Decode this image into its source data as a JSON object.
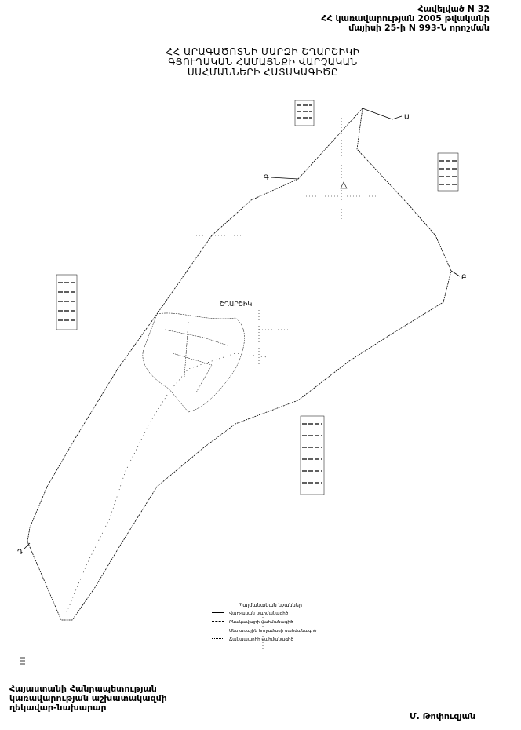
{
  "header": {
    "lines": [
      "Հավելված N 32",
      "ՀՀ կառավարության 2005 թվականի",
      "մայիսի 25-ի N 993-Ն որոշման"
    ]
  },
  "title": {
    "lines": [
      "ՀՀ ԱՐԱԳԱԾՈՏՆԻ ՄԱՐԶԻ ՇՂԱՐՇԻԿԻ",
      "ԳՅՈՒՂԱԿԱՆ ՀԱՄԱՅՆՔԻ ՎԱՐՉԱԿԱՆ",
      "ՍԱՀՄԱՆՆԵՐԻ ՀԱՏԱԿԱԳԻԾԸ"
    ]
  },
  "map": {
    "village_label": "ՇՂԱՐՇԻԿ",
    "corner_labels": [
      "Ա",
      "Բ",
      "Գ",
      "Դ"
    ]
  },
  "legend": {
    "title": "Պայմանական նշաններ",
    "items": [
      "Վարչական սահմանագիծ",
      "Բնակավայրի սահմանագիծ",
      "Անտառային հողամասի սահմանագիծ",
      "Ճանապարհի սահմանագիծ"
    ]
  },
  "footer": {
    "lines": [
      "Հայաստանի Հանրապետության",
      "կառավարության աշխատակազմի",
      "ղեկավար-նախարար"
    ],
    "signature": "Մ. Թոփուզյան"
  }
}
